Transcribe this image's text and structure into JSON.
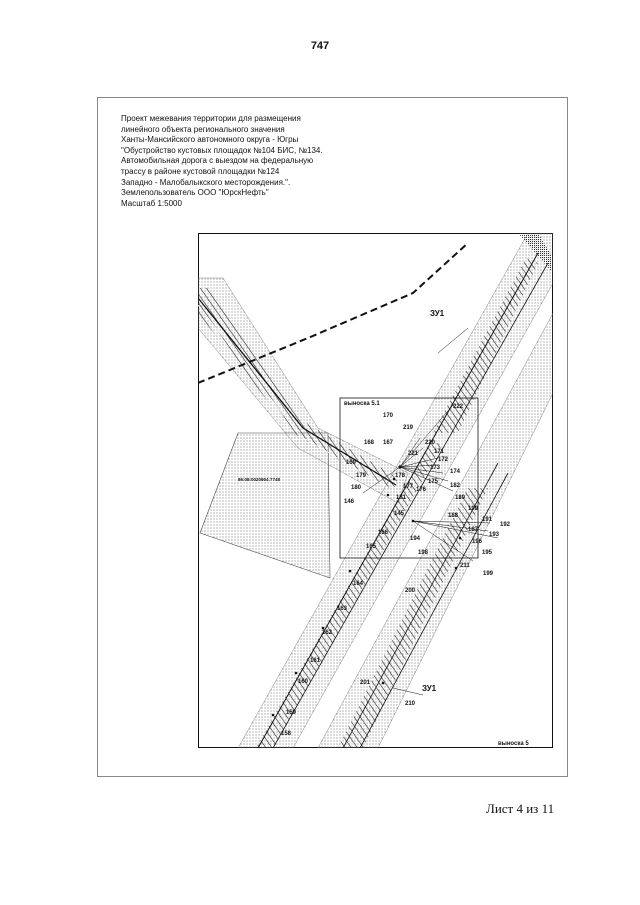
{
  "page_number": "747",
  "header": {
    "lines": [
      "Проект межевания территории для размещения",
      "линейного объекта регионального значения",
      "Ханты-Мансийского автономного округа - Югры",
      "\"Обустройство кустовых площадок №104 БИС, №134.",
      "Автомобильная дорога с выездом на федеральную",
      "трассу в районе кустовой площадки №124",
      "Западно - Малобалыкского месторождения.\".",
      "Землепользователь ООО \"ЮрскНефть\"",
      "Масштаб 1:5000"
    ]
  },
  "map": {
    "inset_label": "выноска 5.1",
    "corner_label": "выноска 5",
    "zone_label_top": "ЗУ1",
    "zone_label_bottom": "ЗУ1",
    "cadastral_number": "86:08:0020904:7748",
    "points": [
      "222",
      "170",
      "219",
      "167",
      "168",
      "220",
      "221",
      "171",
      "172",
      "169",
      "173",
      "174",
      "179",
      "178",
      "175",
      "182",
      "177",
      "176",
      "180",
      "181",
      "189",
      "146",
      "145",
      "188",
      "190",
      "191",
      "192",
      "187",
      "193",
      "194",
      "196",
      "166",
      "198",
      "195",
      "211",
      "199",
      "165",
      "164",
      "200",
      "163",
      "162",
      "161",
      "160",
      "201",
      "210",
      "159",
      "158"
    ],
    "colors": {
      "line": "#111111",
      "hatch": "#222222",
      "dots": "#555555"
    }
  },
  "sheet_label": "Лист 4 из 11"
}
